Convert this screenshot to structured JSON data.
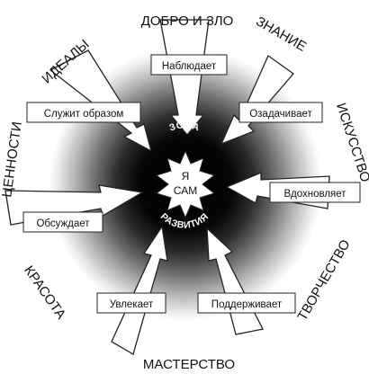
{
  "center": {
    "line1": "Я",
    "line2": "САМ",
    "zone_top": "ЗОНА",
    "zone_bottom": "РАЗВИТИЯ"
  },
  "spheres": [
    {
      "id": "dobro",
      "label": "ДОБРО И ЗЛО",
      "action": "Наблюдает"
    },
    {
      "id": "znanie",
      "label": "ЗНАНИЕ",
      "action": "Озадачивает"
    },
    {
      "id": "iskusstvo",
      "label": "ИСКУССТВО",
      "action": ""
    },
    {
      "id": "tvorchestvo",
      "label": "ТВОРЧЕСТВО",
      "action": "Вдохновляет"
    },
    {
      "id": "masterstvo",
      "label": "МАСТЕРСТВО",
      "action": "Поддерживает"
    },
    {
      "id": "krasota",
      "label": "КРАСОТА",
      "action": "Увлекает"
    },
    {
      "id": "tsennosti",
      "label": "ЦЕННОСТИ",
      "action": "Обсуждает"
    },
    {
      "id": "idealy",
      "label": "ИДЕАЛЫ",
      "action": "Служит образом"
    }
  ]
}
